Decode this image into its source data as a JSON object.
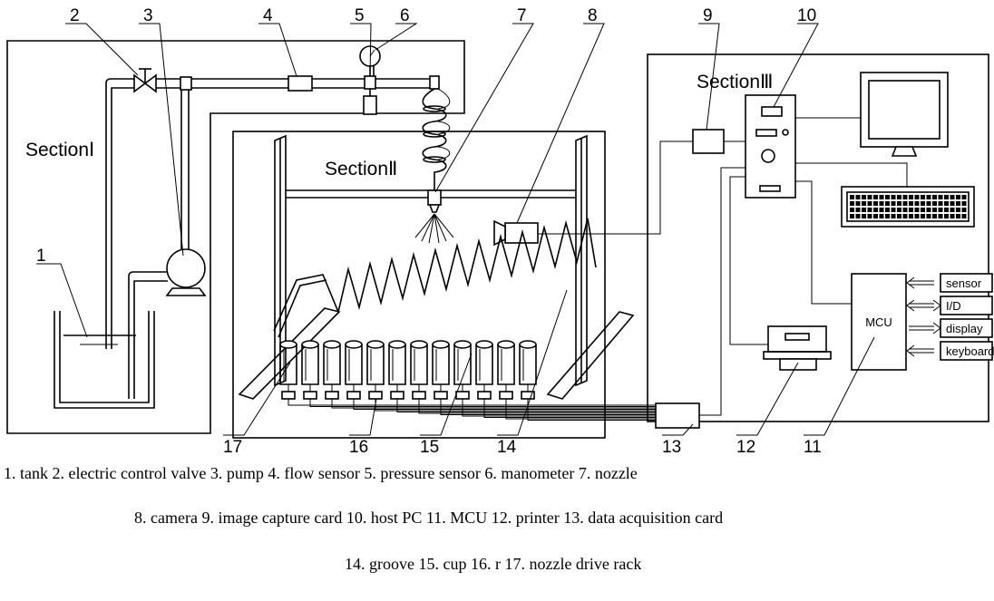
{
  "numbers": [
    "1",
    "2",
    "3",
    "4",
    "5",
    "6",
    "7",
    "8",
    "9",
    "10",
    "11",
    "12",
    "13",
    "14",
    "15",
    "16",
    "17"
  ],
  "sections": {
    "s1": "SectionⅠ",
    "s2": "SectionⅡ",
    "s3": "SectionⅢ"
  },
  "mcu": {
    "label": "MCU",
    "ports": [
      "sensor",
      "I/D",
      "display",
      "keyboard"
    ]
  },
  "legend": [
    "1. tank  2. electric control valve  3. pump  4. flow sensor  5. pressure sensor  6. manometer  7. nozzle",
    "8. camera  9. image capture card  10. host PC  11. MCU  12. printer  13. data acquisition card",
    "14. groove  15. cup  16. r  17. nozzle drive rack"
  ]
}
